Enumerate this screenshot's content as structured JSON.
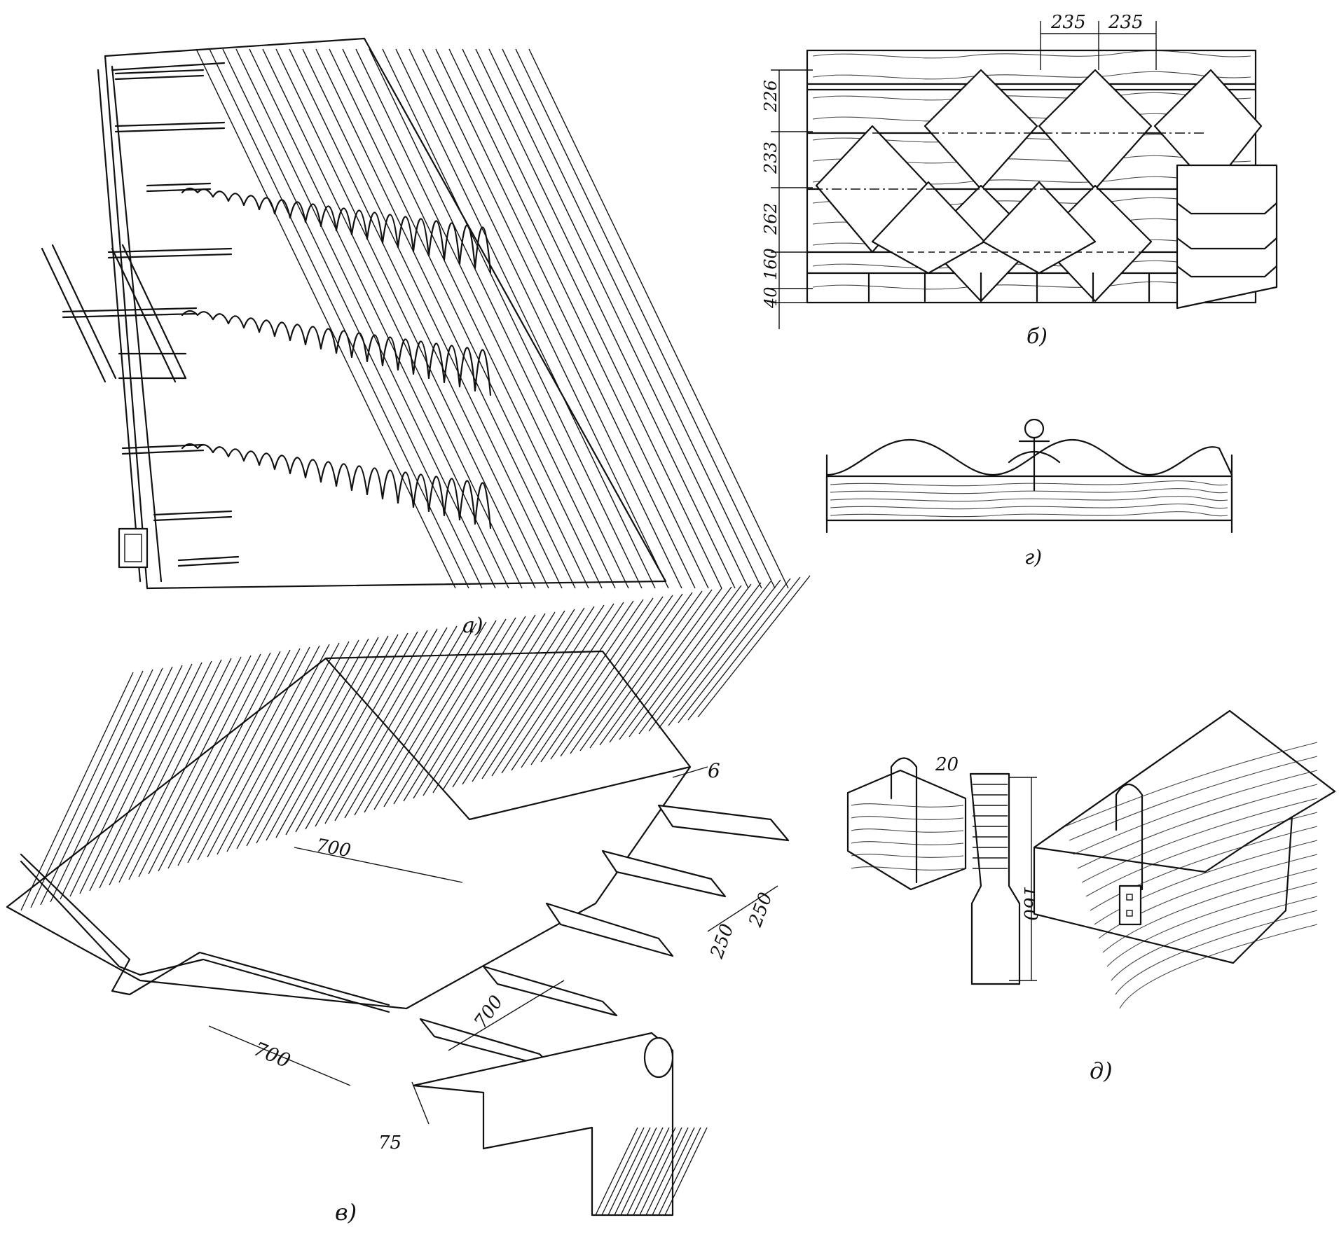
{
  "figure": {
    "panels": [
      {
        "id": "a",
        "caption": "а)"
      },
      {
        "id": "b",
        "caption": "б)"
      },
      {
        "id": "g",
        "caption": "г)"
      },
      {
        "id": "v",
        "caption": "в)"
      },
      {
        "id": "d",
        "caption": "д)"
      }
    ],
    "panel_b_dims": {
      "horizontal": [
        "235",
        "235"
      ],
      "vertical": [
        "226",
        "233",
        "262",
        "160",
        "40"
      ]
    },
    "panel_v_dims": {
      "label_6": "6",
      "d700_top": "700",
      "d700_mid": "700",
      "d700_bottom": "700",
      "d250_a": "250",
      "d250_b": "250",
      "d75": "75"
    },
    "panel_d_dims": {
      "d20": "20",
      "d160": "160"
    }
  }
}
